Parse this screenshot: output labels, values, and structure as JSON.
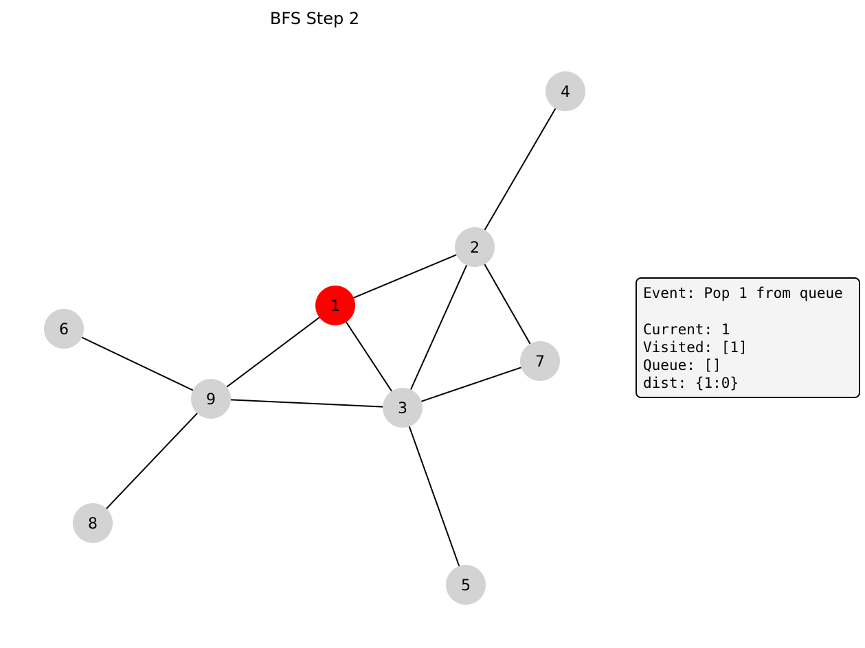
{
  "title": "BFS Step 2",
  "colors": {
    "node_default": "#d3d3d3",
    "node_current": "#ff0000",
    "edge": "#000000",
    "info_bg": "#f4f4f4"
  },
  "graph": {
    "nodes": [
      {
        "id": "1",
        "label": "1",
        "state": "current"
      },
      {
        "id": "2",
        "label": "2",
        "state": "default"
      },
      {
        "id": "3",
        "label": "3",
        "state": "default"
      },
      {
        "id": "4",
        "label": "4",
        "state": "default"
      },
      {
        "id": "5",
        "label": "5",
        "state": "default"
      },
      {
        "id": "6",
        "label": "6",
        "state": "default"
      },
      {
        "id": "7",
        "label": "7",
        "state": "default"
      },
      {
        "id": "8",
        "label": "8",
        "state": "default"
      },
      {
        "id": "9",
        "label": "9",
        "state": "default"
      }
    ],
    "edges": [
      [
        "1",
        "2"
      ],
      [
        "1",
        "3"
      ],
      [
        "1",
        "9"
      ],
      [
        "2",
        "4"
      ],
      [
        "2",
        "3"
      ],
      [
        "2",
        "7"
      ],
      [
        "3",
        "7"
      ],
      [
        "3",
        "5"
      ],
      [
        "3",
        "9"
      ],
      [
        "9",
        "6"
      ],
      [
        "9",
        "8"
      ]
    ]
  },
  "info": {
    "event": "Event: Pop 1 from queue",
    "current": "Current: 1",
    "visited": "Visited: [1]",
    "queue": "Queue: []",
    "dist": "dist: {1:0}"
  }
}
